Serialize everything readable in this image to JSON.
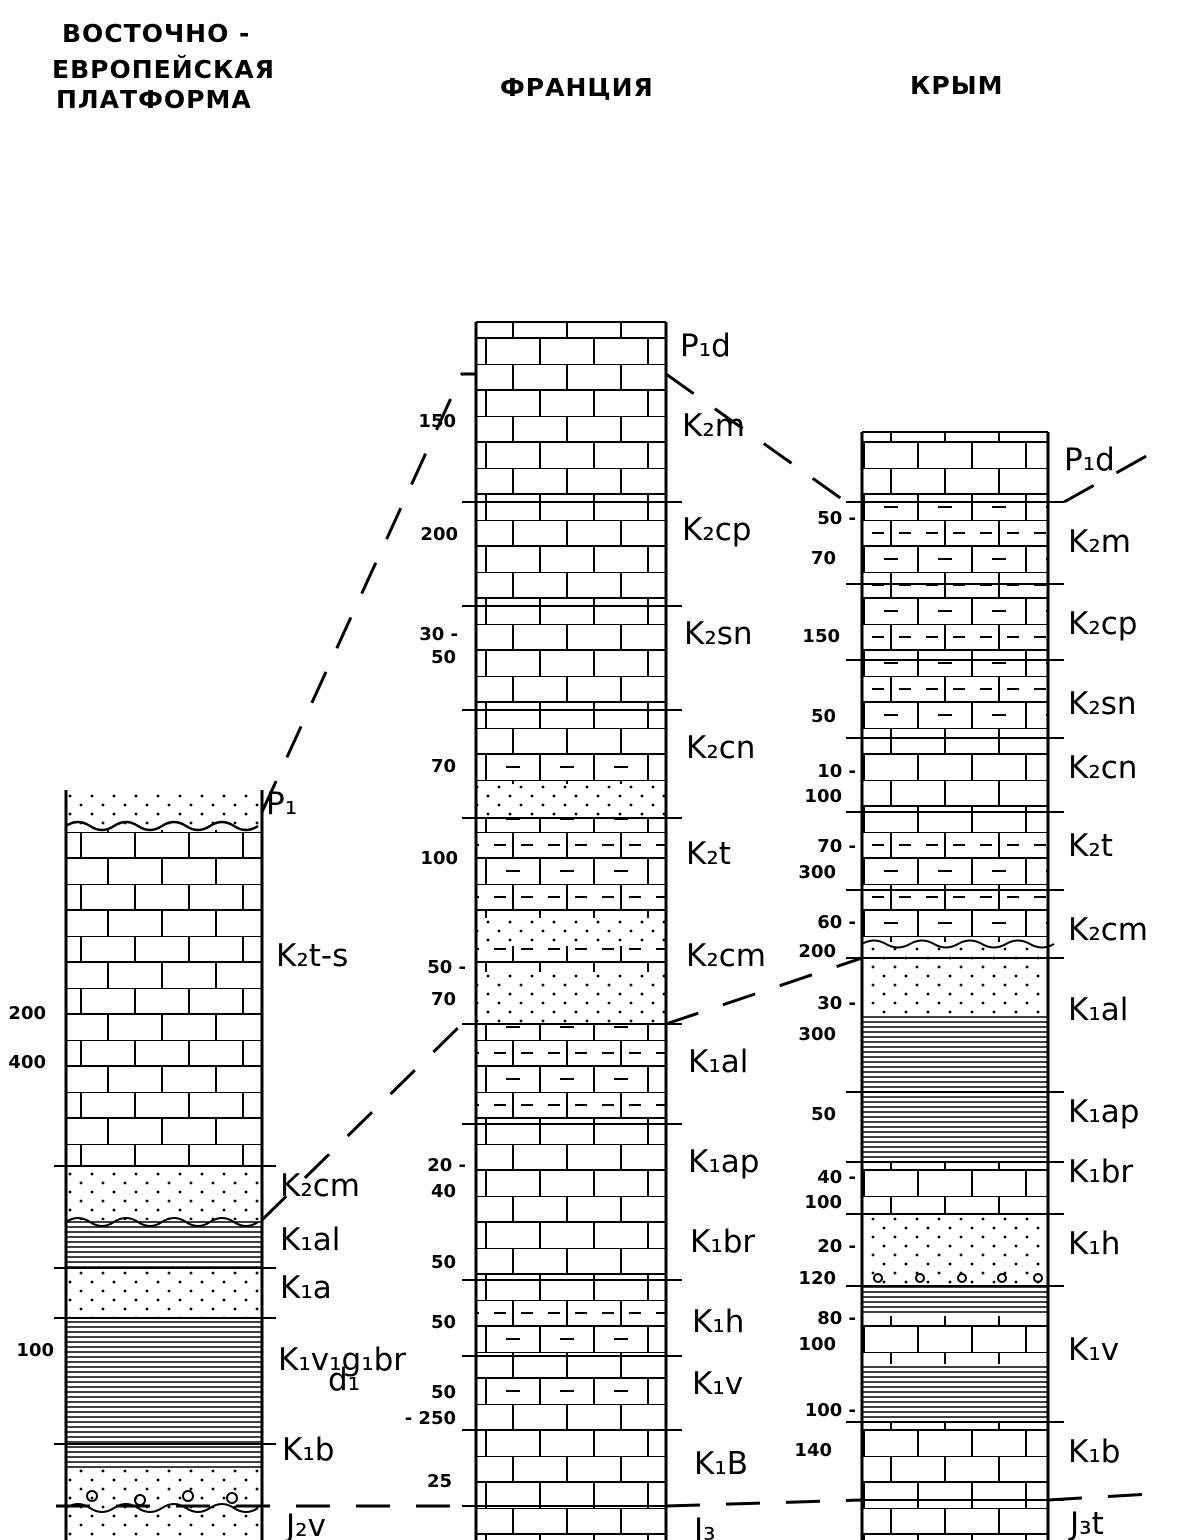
{
  "headers": {
    "east_european": [
      "ВОСТОЧНО -",
      "ЕВРОПЕЙСКАЯ",
      "ПЛАТФОРМА"
    ],
    "france": "ФРАНЦИЯ",
    "crimea": "КРЫМ"
  },
  "lithology_legend": {
    "limestone": "brick",
    "marly_limestone": "brick-dash",
    "sand": "dots",
    "clay": "lines",
    "pebbles": "circles"
  },
  "columns": [
    {
      "id": "east-european-platform",
      "units": [
        {
          "label": "P₁",
          "lith": "sand"
        },
        {
          "label": "K₂t-s",
          "lith": "limestone"
        },
        {
          "label": "K₂cm",
          "lith": "sand"
        },
        {
          "label": "K₁al",
          "lith": "clay"
        },
        {
          "label": "K₁a",
          "lith": "sand"
        },
        {
          "label": "K₁v₁g₁d₁br",
          "lith": "clay"
        },
        {
          "label": "K₁b",
          "lith": "clay"
        },
        {
          "label": "J₂v",
          "lith": "sand+pebbles"
        }
      ],
      "thickness_marks": [
        "200",
        "400",
        "100"
      ]
    },
    {
      "id": "france",
      "units": [
        {
          "label": "P₁d",
          "lith": "limestone"
        },
        {
          "label": "K₂m",
          "lith": "limestone"
        },
        {
          "label": "K₂cp",
          "lith": "limestone"
        },
        {
          "label": "K₂sn",
          "lith": "limestone"
        },
        {
          "label": "K₂cn",
          "lith": "limestone/marl"
        },
        {
          "label": "K₂t",
          "lith": "sand/marl"
        },
        {
          "label": "K₂cm",
          "lith": "sand/marl"
        },
        {
          "label": "K₁al",
          "lith": "marl"
        },
        {
          "label": "K₁ap",
          "lith": "limestone"
        },
        {
          "label": "K₁br",
          "lith": "limestone"
        },
        {
          "label": "K₁h",
          "lith": "marl"
        },
        {
          "label": "K₁v",
          "lith": "limestone/marl"
        },
        {
          "label": "K₁B",
          "lith": "limestone"
        },
        {
          "label": "J₃",
          "lith": "limestone"
        }
      ],
      "thickness_marks": [
        "150",
        "200",
        "30 -",
        "50",
        "70",
        "100",
        "50 -",
        "70",
        "20 -",
        "40",
        "50",
        "50",
        "50",
        "- 250",
        "25"
      ]
    },
    {
      "id": "crimea",
      "units": [
        {
          "label": "P₁d",
          "lith": "limestone"
        },
        {
          "label": "K₂m",
          "lith": "marl"
        },
        {
          "label": "K₂cp",
          "lith": "marl"
        },
        {
          "label": "K₂sn",
          "lith": "marl"
        },
        {
          "label": "K₂cn",
          "lith": "limestone"
        },
        {
          "label": "K₂t",
          "lith": "limestone/marl"
        },
        {
          "label": "K₂cm",
          "lith": "marl/sand"
        },
        {
          "label": "K₁al",
          "lith": "sand/clay"
        },
        {
          "label": "K₁ap",
          "lith": "clay"
        },
        {
          "label": "K₁br",
          "lith": "limestone"
        },
        {
          "label": "K₁h",
          "lith": "sand+pebbles"
        },
        {
          "label": "K₁v",
          "lith": "clay/limestone"
        },
        {
          "label": "K₁b",
          "lith": "limestone"
        },
        {
          "label": "J₃t",
          "lith": "limestone"
        }
      ],
      "thickness_marks": [
        "50 -",
        "70",
        "150",
        "50",
        "10 -",
        "100",
        "70 -",
        "300",
        "60 -",
        "200",
        "30 -",
        "300",
        "50",
        "40 -",
        "100",
        "20 -",
        "120",
        "80 -",
        "100",
        "100 -",
        "140"
      ]
    }
  ],
  "render": {
    "left": {
      "marks": [
        "200",
        "400",
        "100"
      ],
      "labels": [
        "P₁",
        "K₂t-s",
        "K₂cm",
        "K₁al",
        "K₁a",
        "K₁v₁g₁br",
        "d₁",
        "K₁b",
        "J₂v"
      ]
    },
    "france": {
      "marks": [
        "150",
        "200",
        "30 -",
        "50",
        "70",
        "100",
        "50 -",
        "70",
        "20 -",
        "40",
        "50",
        "50",
        "50",
        "- 250",
        "25"
      ],
      "labels": [
        "P₁d",
        "K₂m",
        "K₂cp",
        "K₂sn",
        "K₂cn",
        "K₂t",
        "K₂cm",
        "K₁al",
        "K₁ap",
        "K₁br",
        "K₁h",
        "K₁v",
        "K₁B",
        "J₃"
      ]
    },
    "crimea": {
      "marks": [
        "50 -",
        "70",
        "150",
        "50",
        "10 -",
        "100",
        "70 -",
        "300",
        "60 -",
        "200",
        "30 -",
        "300",
        "50",
        "40 -",
        "100",
        "20 -",
        "120",
        "80 -",
        "100",
        "100 -",
        "140"
      ],
      "labels": [
        "P₁d",
        "K₂m",
        "K₂cp",
        "K₂sn",
        "K₂cn",
        "K₂t",
        "K₂cm",
        "K₁al",
        "K₁ap",
        "K₁br",
        "K₁h",
        "K₁v",
        "K₁b",
        "J₃t"
      ]
    }
  }
}
